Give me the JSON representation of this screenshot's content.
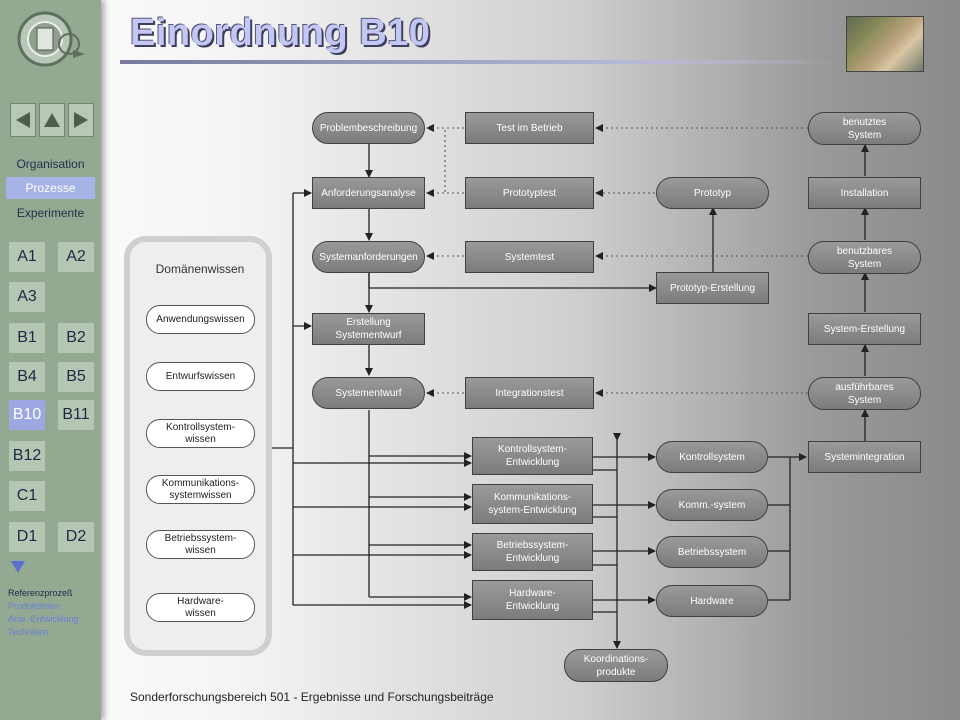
{
  "title": "Einordnung B10",
  "footer": "Sonderforschungsbereich 501 - Ergebnisse und Forschungsbeiträge",
  "sidebar": {
    "menu": [
      {
        "label": "Organisation",
        "active": false
      },
      {
        "label": "Prozesse",
        "active": true
      },
      {
        "label": "Experimente",
        "active": false
      }
    ],
    "sections": [
      "A1",
      "A2",
      "A3",
      "B1",
      "B2",
      "B4",
      "B5",
      "B10",
      "B11",
      "B12",
      "C1",
      "D1",
      "D2"
    ],
    "active_section": "B10",
    "sublinks": [
      {
        "label": "Referenzprozeß",
        "color": "#1d2a45"
      },
      {
        "label": "Produktlinien",
        "color": "#6a7fd6"
      },
      {
        "label": "Anw.-Entwicklung",
        "color": "#6a7fd6"
      },
      {
        "label": "Techniken",
        "color": "#6a7fd6"
      }
    ]
  },
  "domain": {
    "title": "Domänenwissen",
    "items": [
      "Anwendungswissen",
      "Entwurfswissen",
      "Kontrollsystem-\nwissen",
      "Kommunikations-\nsystemwissen",
      "Betriebssystem-\nwissen",
      "Hardware-\nwissen"
    ]
  },
  "nodes": {
    "problem": "Problembeschreibung",
    "anforderung": "Anforderungsanalyse",
    "sysanf": "Systemanforderungen",
    "erstellung": "Erstellung\nSystementwurf",
    "entwurf": "Systementwurf",
    "test_betrieb": "Test im Betrieb",
    "prototyptest": "Prototyptest",
    "systemtest": "Systemtest",
    "integrationstest": "Integrationstest",
    "prototyp": "Prototyp",
    "proto_erst": "Prototyp-Erstellung",
    "benutztes": "benutztes\nSystem",
    "installation": "Installation",
    "benutzbares": "benutzbares\nSystem",
    "sys_erst": "System-Erstellung",
    "ausfuehrbares": "ausführbares\nSystem",
    "sysint": "Systemintegration",
    "ks_entw": "Kontrollsystem-\nEntwicklung",
    "komm_entw": "Kommunikations-\nsystem-Entwicklung",
    "bs_entw": "Betriebssystem-\nEntwicklung",
    "hw_entw": "Hardware-\nEntwicklung",
    "ks": "Kontrollsystem",
    "komm": "Komm.-system",
    "bs": "Betriebssystem",
    "hw": "Hardware",
    "koord": "Koordinations-\nprodukte"
  }
}
